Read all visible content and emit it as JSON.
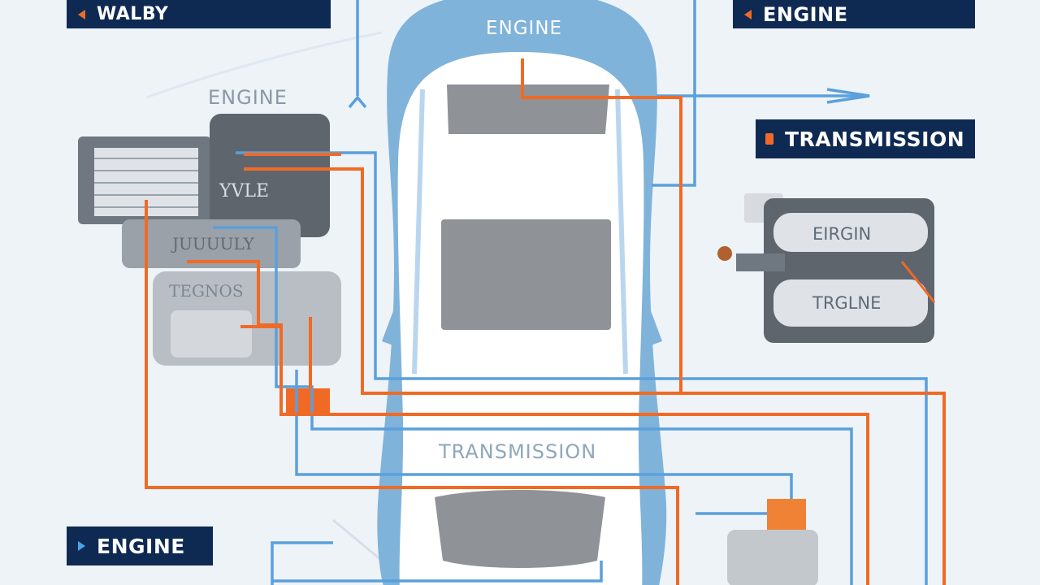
{
  "tags": {
    "top_left": "WALBY",
    "top_right": "ENGINE",
    "middle_right": "TRANSMISSION",
    "bottom_left": "ENGINE"
  },
  "labels": {
    "car_top": "ENGINE",
    "engine_grey": "ENGINE",
    "car_transmission": "TRANSMISSION",
    "left_engine_a": "YVLE",
    "left_engine_b": "JUUUULY",
    "left_engine_c": "TEGNOS",
    "right_engine_top": "EIRGIN",
    "right_engine_bottom": "TRGLNE"
  },
  "colors": {
    "tag_bg": "#0f2a52",
    "orange_wire": "#f06a26",
    "blue_wire": "#5aa0dc",
    "car_body": "#7fb3da",
    "background": "#eef3f8"
  },
  "icons": {
    "tag_top_left": "left-arrow-icon",
    "tag_top_right": "left-arrow-icon",
    "tag_middle_right": "bullet-icon",
    "tag_bottom_left": "right-arrow-icon"
  }
}
